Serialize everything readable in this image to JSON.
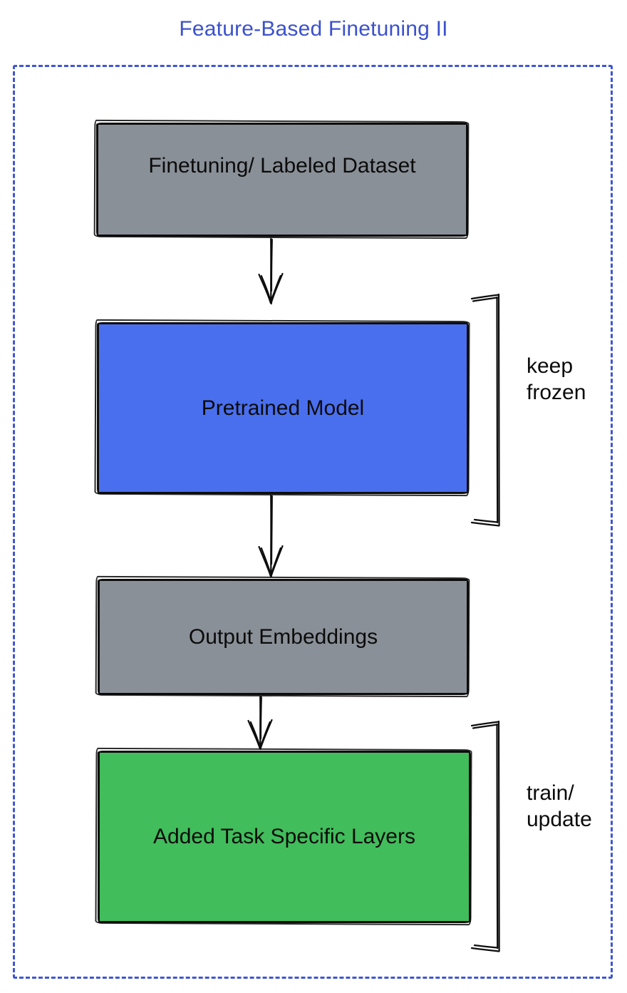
{
  "title": "Feature-Based Finetuning II",
  "colors": {
    "title_text": "#3b51cd",
    "frame_border": "#3f56d4",
    "node_gray": "#8a9097",
    "node_blue": "#4a6fee",
    "node_green": "#41bd5b",
    "ink": "#0d0d0d"
  },
  "nodes": [
    {
      "id": "finetuning-dataset",
      "label": "Finetuning/ Labeled Dataset",
      "fill": "#8a9097"
    },
    {
      "id": "pretrained-model",
      "label": "Pretrained Model",
      "fill": "#4a6fee"
    },
    {
      "id": "output-embeddings",
      "label": "Output Embeddings",
      "fill": "#8a9097"
    },
    {
      "id": "task-specific-layers",
      "label": "Added Task Specific Layers",
      "fill": "#41bd5b"
    }
  ],
  "edges": [
    {
      "from": "finetuning-dataset",
      "to": "pretrained-model"
    },
    {
      "from": "pretrained-model",
      "to": "output-embeddings"
    },
    {
      "from": "output-embeddings",
      "to": "task-specific-layers"
    }
  ],
  "annotations": [
    {
      "target": "pretrained-model",
      "lines": [
        "keep",
        "frozen"
      ]
    },
    {
      "target": "task-specific-layers",
      "lines": [
        "train/",
        "update"
      ]
    }
  ]
}
